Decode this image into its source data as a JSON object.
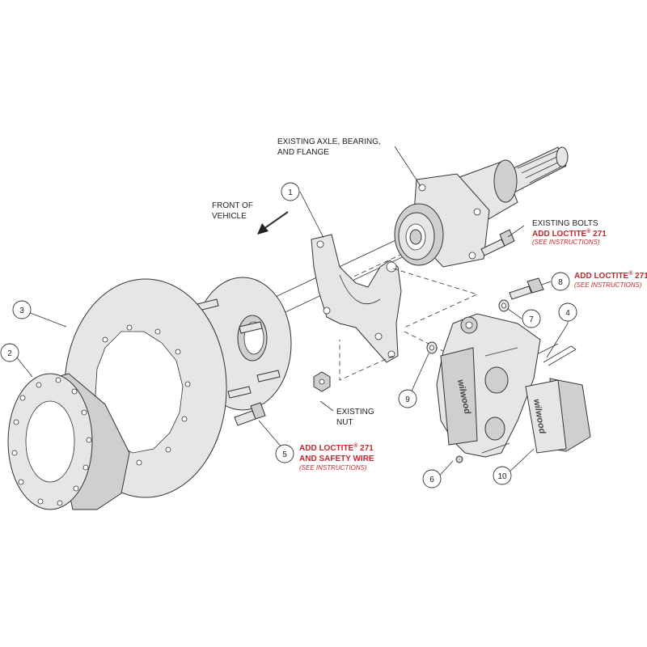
{
  "labels": {
    "existing_axle_line1": "EXISTING AXLE, BEARING,",
    "existing_axle_line2": "AND FLANGE",
    "front_line1": "FRONT OF",
    "front_line2": "VEHICLE",
    "existing_bolts": "EXISTING BOLTS",
    "loctite_271": "ADD LOCTITE",
    "loctite_271_number": "271",
    "registered_mark": "®",
    "see_instructions": "(SEE INSTRUCTIONS)",
    "and_safety_wire": "AND SAFETY WIRE",
    "existing_nut_line1": "EXISTING",
    "existing_nut_line2": "NUT",
    "caliper_brand": "wilwood",
    "pad_brand": "wilwood"
  },
  "callouts": [
    "1",
    "2",
    "3",
    "4",
    "5",
    "6",
    "7",
    "8",
    "9",
    "10"
  ],
  "colors": {
    "text": "#222222",
    "accent_red": "#c0282d",
    "part_fill": "#e6e6e6",
    "outline": "#333333"
  }
}
